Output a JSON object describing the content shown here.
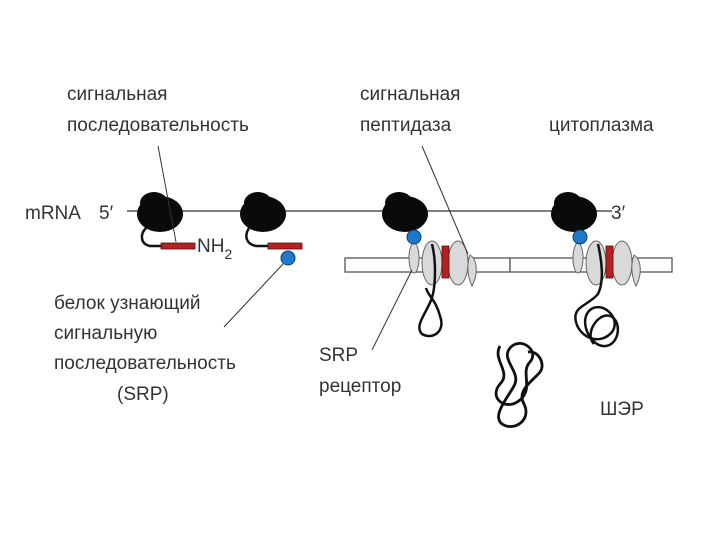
{
  "labels": {
    "signal_sequence": [
      "сигнальная",
      "последовательность"
    ],
    "signal_peptidase": [
      "сигнальная",
      "пептидаза"
    ],
    "cytoplasm": "цитоплазма",
    "mrna": "mRNA",
    "five_prime": "5′",
    "three_prime": "3′",
    "nh2_main": "NH",
    "nh2_sub": "2",
    "srp_protein": [
      "белок узнающий",
      "сигнальную",
      "последовательность",
      "(SRP)"
    ],
    "srp_receptor": [
      "SRP",
      "рецептор"
    ],
    "rough_er": "ШЭР"
  },
  "colors": {
    "ribosome": "#0a0a0a",
    "signal_peptide": "#b22222",
    "srp": "#1f78c8",
    "membrane_channel": "#d9d9d9",
    "label_text": "#333333"
  }
}
